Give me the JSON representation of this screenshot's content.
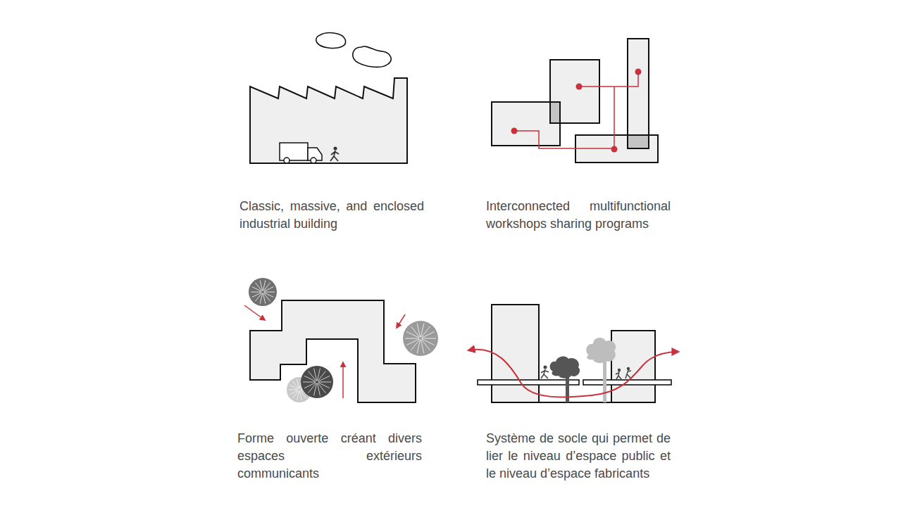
{
  "diagram": {
    "labels": [
      "Classic, massive, and enclosed industrial building",
      "Interconnected multifunctional workshops sharing programs",
      "Forme ouverte créant divers espaces extérieurs communicants",
      "Système de socle qui permet de lier le niveau d’espace public et le niveau d’espace fabricants"
    ]
  }
}
